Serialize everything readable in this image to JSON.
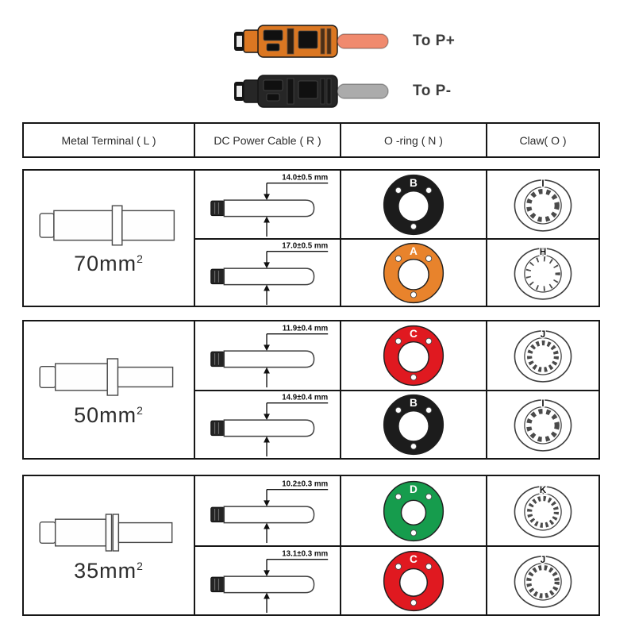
{
  "connectors": {
    "positive": {
      "label": "To P+",
      "body_color": "#db7722",
      "cable_color": "#f08a6e"
    },
    "negative": {
      "label": "To P-",
      "body_color": "#262626",
      "cable_color": "#ababab"
    }
  },
  "table": {
    "headers": {
      "terminal": "Metal Terminal ( L )",
      "cable": "DC Power Cable ( R )",
      "oring": "O -ring ( N )",
      "claw": "Claw( O )"
    },
    "groups": [
      {
        "terminal_size": "70mm",
        "terminal_sup": "2",
        "rows": [
          {
            "strip_length": "14.0±0.5 mm",
            "oring": {
              "letter": "B",
              "color": "#1c1c1c"
            },
            "claw": {
              "letter": "I",
              "teeth_dash": "5.5 5.5"
            }
          },
          {
            "strip_length": "17.0±0.5 mm",
            "oring": {
              "letter": "A",
              "color": "#e8832c"
            },
            "claw": {
              "letter": "H",
              "teeth_dash": "2 8"
            }
          }
        ]
      },
      {
        "terminal_size": "50mm",
        "terminal_sup": "2",
        "rows": [
          {
            "strip_length": "11.9±0.4 mm",
            "oring": {
              "letter": "C",
              "color": "#e01920"
            },
            "claw": {
              "letter": "J",
              "teeth_dash": "4 4"
            }
          },
          {
            "strip_length": "14.9±0.4 mm",
            "oring": {
              "letter": "B",
              "color": "#1c1c1c"
            },
            "claw": {
              "letter": "I",
              "teeth_dash": "5.5 5.5"
            }
          }
        ]
      },
      {
        "terminal_size": "35mm",
        "terminal_sup": "2",
        "rows": [
          {
            "strip_length": "10.2±0.3 mm",
            "oring": {
              "letter": "D",
              "color": "#169c4d"
            },
            "claw": {
              "letter": "K",
              "teeth_dash": "3.5 4"
            }
          },
          {
            "strip_length": "13.1±0.3 mm",
            "oring": {
              "letter": "C",
              "color": "#e01920"
            },
            "claw": {
              "letter": "J",
              "teeth_dash": "4 4"
            }
          }
        ]
      }
    ]
  }
}
